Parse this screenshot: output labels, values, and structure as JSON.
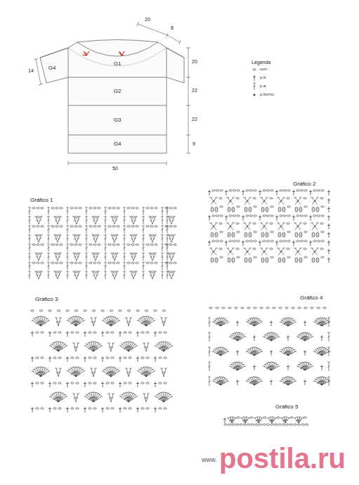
{
  "diagram": {
    "nodes": [
      {
        "text": [
          "G4"
        ]
      },
      {
        "text": [
          "G1"
        ]
      },
      {
        "text": [
          "G2"
        ]
      },
      {
        "text": [
          "G3"
        ]
      },
      {
        "text": [
          "G4"
        ]
      }
    ],
    "labels": [
      "14",
      "20",
      "8",
      "20",
      "22",
      "22",
      "9",
      "50",
      "Legenda",
      "Gráfico 1",
      "Gráfico 2",
      "Gráfico 3",
      "Gráfico 4",
      "Gráfico 5",
      "www.",
      "postila.ru"
    ],
    "legend": [
      {
        "text": "corr."
      },
      {
        "text": "p.b."
      },
      {
        "text": "p.a"
      },
      {
        "text": "p.bxmo."
      }
    ]
  }
}
